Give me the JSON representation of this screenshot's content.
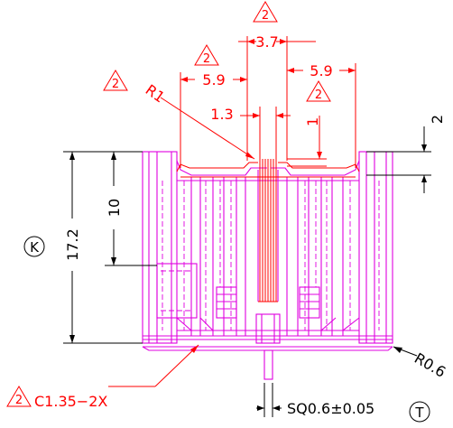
{
  "colors": {
    "background": "#ffffff",
    "dimension": "#000000",
    "revision": "#ff0000",
    "body": "#e000e0"
  },
  "dims": {
    "d_37": "3.7",
    "d_59_left": "5.9",
    "d_59_right": "5.9",
    "d_r1": "R1",
    "d_13": "1.3",
    "d_1": "1",
    "d_2": "2",
    "d_10": "10",
    "d_172": "17.2",
    "d_r06": "R0.6",
    "d_c135": "C1.35−2X",
    "d_sq": "SQ0.6±0.05"
  },
  "markers": {
    "revision_number": "2",
    "datum_k": "K",
    "datum_t": "T"
  }
}
